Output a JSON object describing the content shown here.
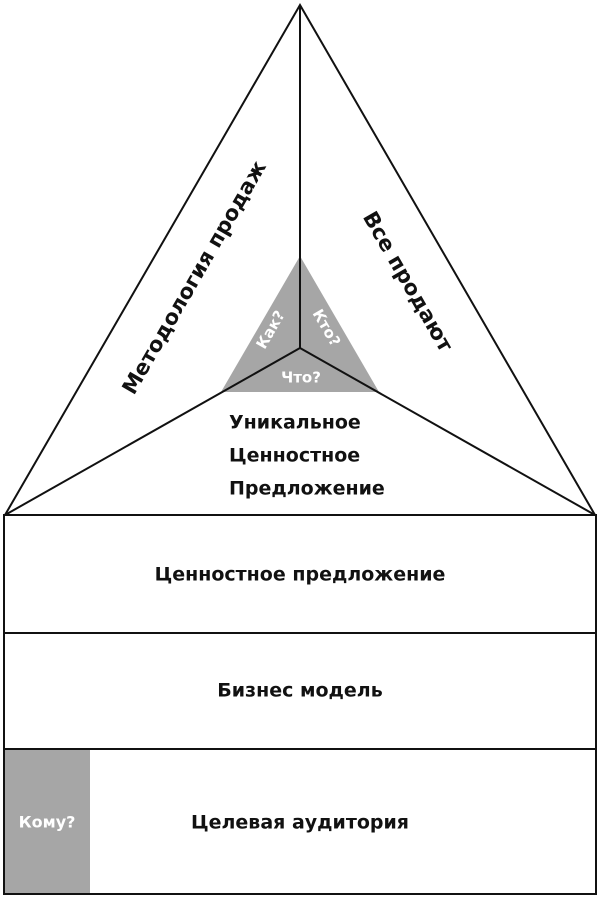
{
  "colors": {
    "line": "#111111",
    "background": "#ffffff",
    "accent_gray": "#a6a6a6",
    "white_text": "#ffffff"
  },
  "pyramid": {
    "left_face": "Методология продаж",
    "right_face": "Все продают",
    "inner_left": "Как?",
    "inner_right": "Кто?",
    "inner_bottom": "Что?",
    "front_line1": "Уникальное",
    "front_line2": "Ценностное",
    "front_line3": "Предложение"
  },
  "layers": {
    "value_prop": "Ценностное предложение",
    "business_model": "Бизнес модель",
    "target_audience": "Целевая аудитория",
    "whom": "Кому?"
  }
}
